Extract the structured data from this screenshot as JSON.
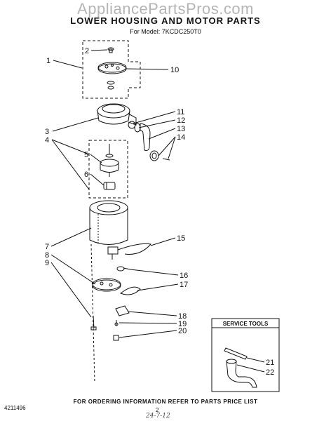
{
  "watermark": "AppliancePartsPros.com",
  "title": "LOWER HOUSING AND MOTOR PARTS",
  "model": "For Model: 7KCDC250T0",
  "service_tools_title": "SERVICE TOOLS",
  "footer": "FOR ORDERING INFORMATION REFER TO PARTS PRICE LIST",
  "doc_number": "4211496",
  "page_number": "2",
  "handwritten_date": "24-7-12",
  "callouts": [
    "1",
    "2",
    "3",
    "4",
    "5",
    "6",
    "7",
    "8",
    "9",
    "10",
    "11",
    "12",
    "13",
    "14",
    "15",
    "16",
    "17",
    "18",
    "19",
    "20",
    "21",
    "22"
  ]
}
